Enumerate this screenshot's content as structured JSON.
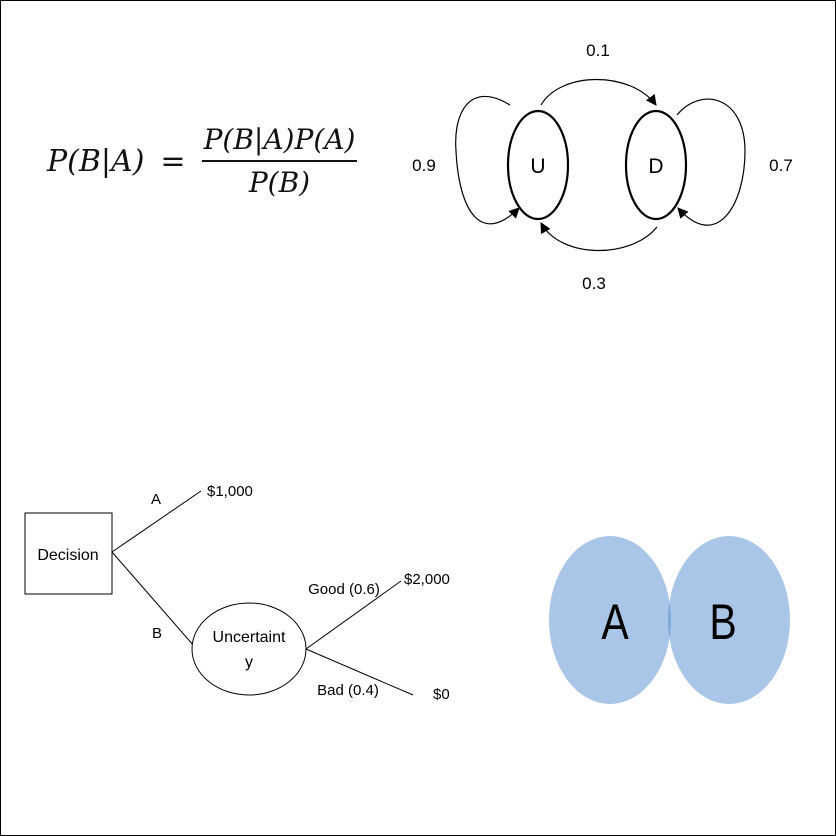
{
  "formula": {
    "lhs": "P(B|A)",
    "equals": "=",
    "numerator": "P(B|A)P(A)",
    "denominator": "P(B)"
  },
  "markov": {
    "states": [
      "U",
      "D"
    ],
    "transitions": [
      {
        "from": "U",
        "to": "D",
        "prob": "0.1"
      },
      {
        "from": "D",
        "to": "U",
        "prob": "0.3"
      },
      {
        "from": "U",
        "to": "U",
        "prob": "0.9"
      },
      {
        "from": "D",
        "to": "D",
        "prob": "0.7"
      }
    ]
  },
  "decision_tree": {
    "decision_node": "Decision",
    "chance_node_line1": "Uncertaint",
    "chance_node_line2": "y",
    "branch_a": "A",
    "branch_b": "B",
    "payoff_a": "$1,000",
    "good_branch": "Good (0.6)",
    "bad_branch": "Bad (0.4)",
    "payoff_good": "$2,000",
    "payoff_bad": "$0"
  },
  "venn": {
    "set_a": "A",
    "set_b": "B",
    "fill_color": "#a9c6e8",
    "overlap_color": "#78a9da"
  }
}
